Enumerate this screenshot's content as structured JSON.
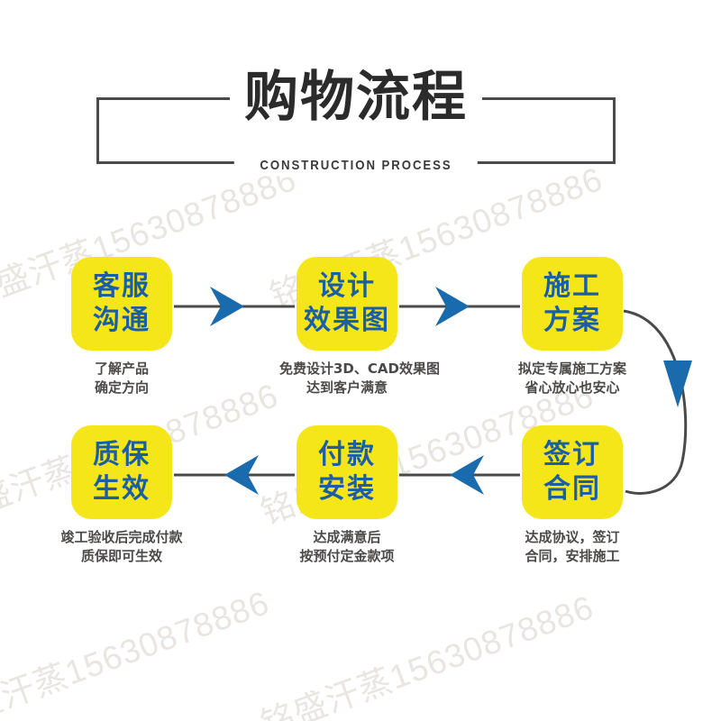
{
  "header": {
    "title": "购物流程",
    "subtitle": "CONSTRUCTION PROCESS"
  },
  "colors": {
    "box_fill": "#f5e61a",
    "box_text": "#1a5ea8",
    "caption_text": "#4c4a49",
    "arrow_head": "#1a6bad",
    "arrow_line": "#4a4a4a",
    "frame": "#4a4a4a",
    "watermark": "#e9e6e2",
    "background": "#ffffff"
  },
  "watermark": {
    "text": "铭盛汗蒸15630878886"
  },
  "flow": {
    "steps": [
      {
        "id": "step-1",
        "title_line1": "客服",
        "title_line2": "沟通",
        "caption_line1": "了解产品",
        "caption_line2": "确定方向"
      },
      {
        "id": "step-2",
        "title_line1": "设计",
        "title_line2": "效果图",
        "caption_line1": "免费设计3D、CAD效果图",
        "caption_line2": "达到客户满意"
      },
      {
        "id": "step-3",
        "title_line1": "施工",
        "title_line2": "方案",
        "caption_line1": "拟定专属施工方案",
        "caption_line2": "省心放心也安心"
      },
      {
        "id": "step-4",
        "title_line1": "签订",
        "title_line2": "合同",
        "caption_line1": "达成协议，签订",
        "caption_line2": "合同，安排施工"
      },
      {
        "id": "step-5",
        "title_line1": "付款",
        "title_line2": "安装",
        "caption_line1": "达成满意后",
        "caption_line2": "按预付定金款项"
      },
      {
        "id": "step-6",
        "title_line1": "质保",
        "title_line2": "生效",
        "caption_line1": "竣工验收后完成付款",
        "caption_line2": "质保即可生效"
      }
    ],
    "connectors": [
      {
        "id": "arrow-1-to-2",
        "direction": "right"
      },
      {
        "id": "arrow-2-to-3",
        "direction": "right"
      },
      {
        "id": "arrow-3-to-4",
        "direction": "down-curve"
      },
      {
        "id": "arrow-4-to-5",
        "direction": "left"
      },
      {
        "id": "arrow-5-to-6",
        "direction": "left"
      }
    ]
  }
}
